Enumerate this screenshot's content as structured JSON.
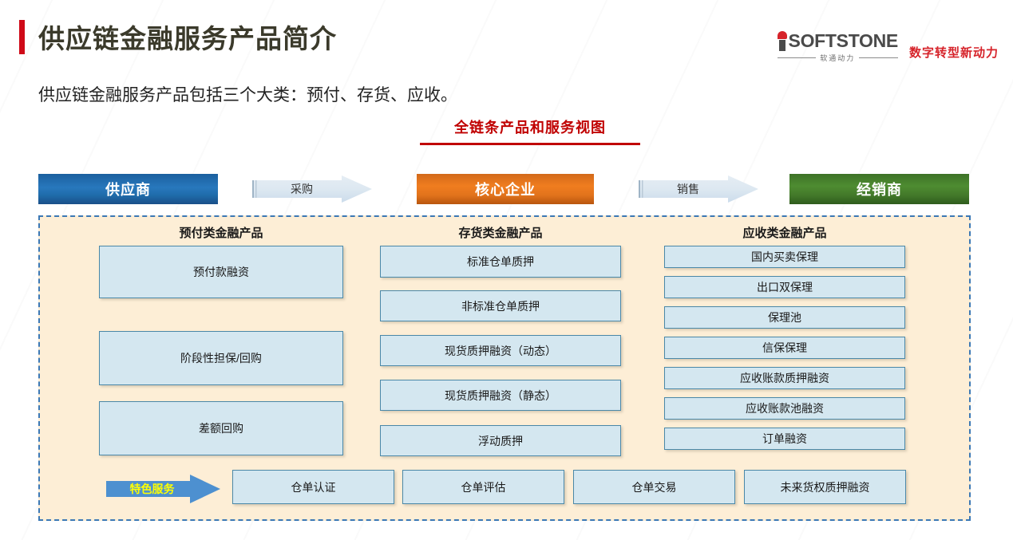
{
  "header": {
    "title": "供应链金融服务产品简介",
    "subtitle": "供应链金融服务产品包括三个大类：预付、存货、应收。",
    "accent_color": "#cf0a18"
  },
  "logo": {
    "brand_i": "i",
    "brand_name": "SOFTSTONE",
    "brand_cn": "软通动力",
    "tagline": "数字转型新动力",
    "brand_color": "#d6232a"
  },
  "section": {
    "heading": "全链条产品和服务视图",
    "heading_color": "#c00000"
  },
  "chain": {
    "supplier": {
      "label": "供应商",
      "color": "#2878bd"
    },
    "arrow_buy": {
      "label": "采购"
    },
    "core": {
      "label": "核心企业",
      "color": "#f07d1f"
    },
    "arrow_sell": {
      "label": "销售"
    },
    "dealer": {
      "label": "经销商",
      "color": "#4e8c31"
    }
  },
  "panel": {
    "background": "#fdeed6",
    "border_color": "#3b78b5",
    "columns": [
      {
        "heading": "预付类金融产品",
        "items": [
          "预付款融资",
          "阶段性担保/回购",
          "差额回购"
        ]
      },
      {
        "heading": "存货类金融产品",
        "items": [
          "标准仓单质押",
          "非标准仓单质押",
          "现货质押融资（动态）",
          "现货质押融资（静态）",
          "浮动质押"
        ]
      },
      {
        "heading": "应收类金融产品",
        "items": [
          "国内买卖保理",
          "出口双保理",
          "保理池",
          "信保保理",
          "应收账款质押融资",
          "应收账款池融资",
          "订单融资"
        ]
      }
    ],
    "special": {
      "arrow_label": "特色服务",
      "arrow_color": "#4d90d0",
      "arrow_text_color": "#ffff00",
      "items": [
        "仓单认证",
        "仓单评估",
        "仓单交易",
        "未来货权质押融资"
      ]
    },
    "box_fill": "#d4e7f0",
    "box_border": "#4a88a8"
  }
}
